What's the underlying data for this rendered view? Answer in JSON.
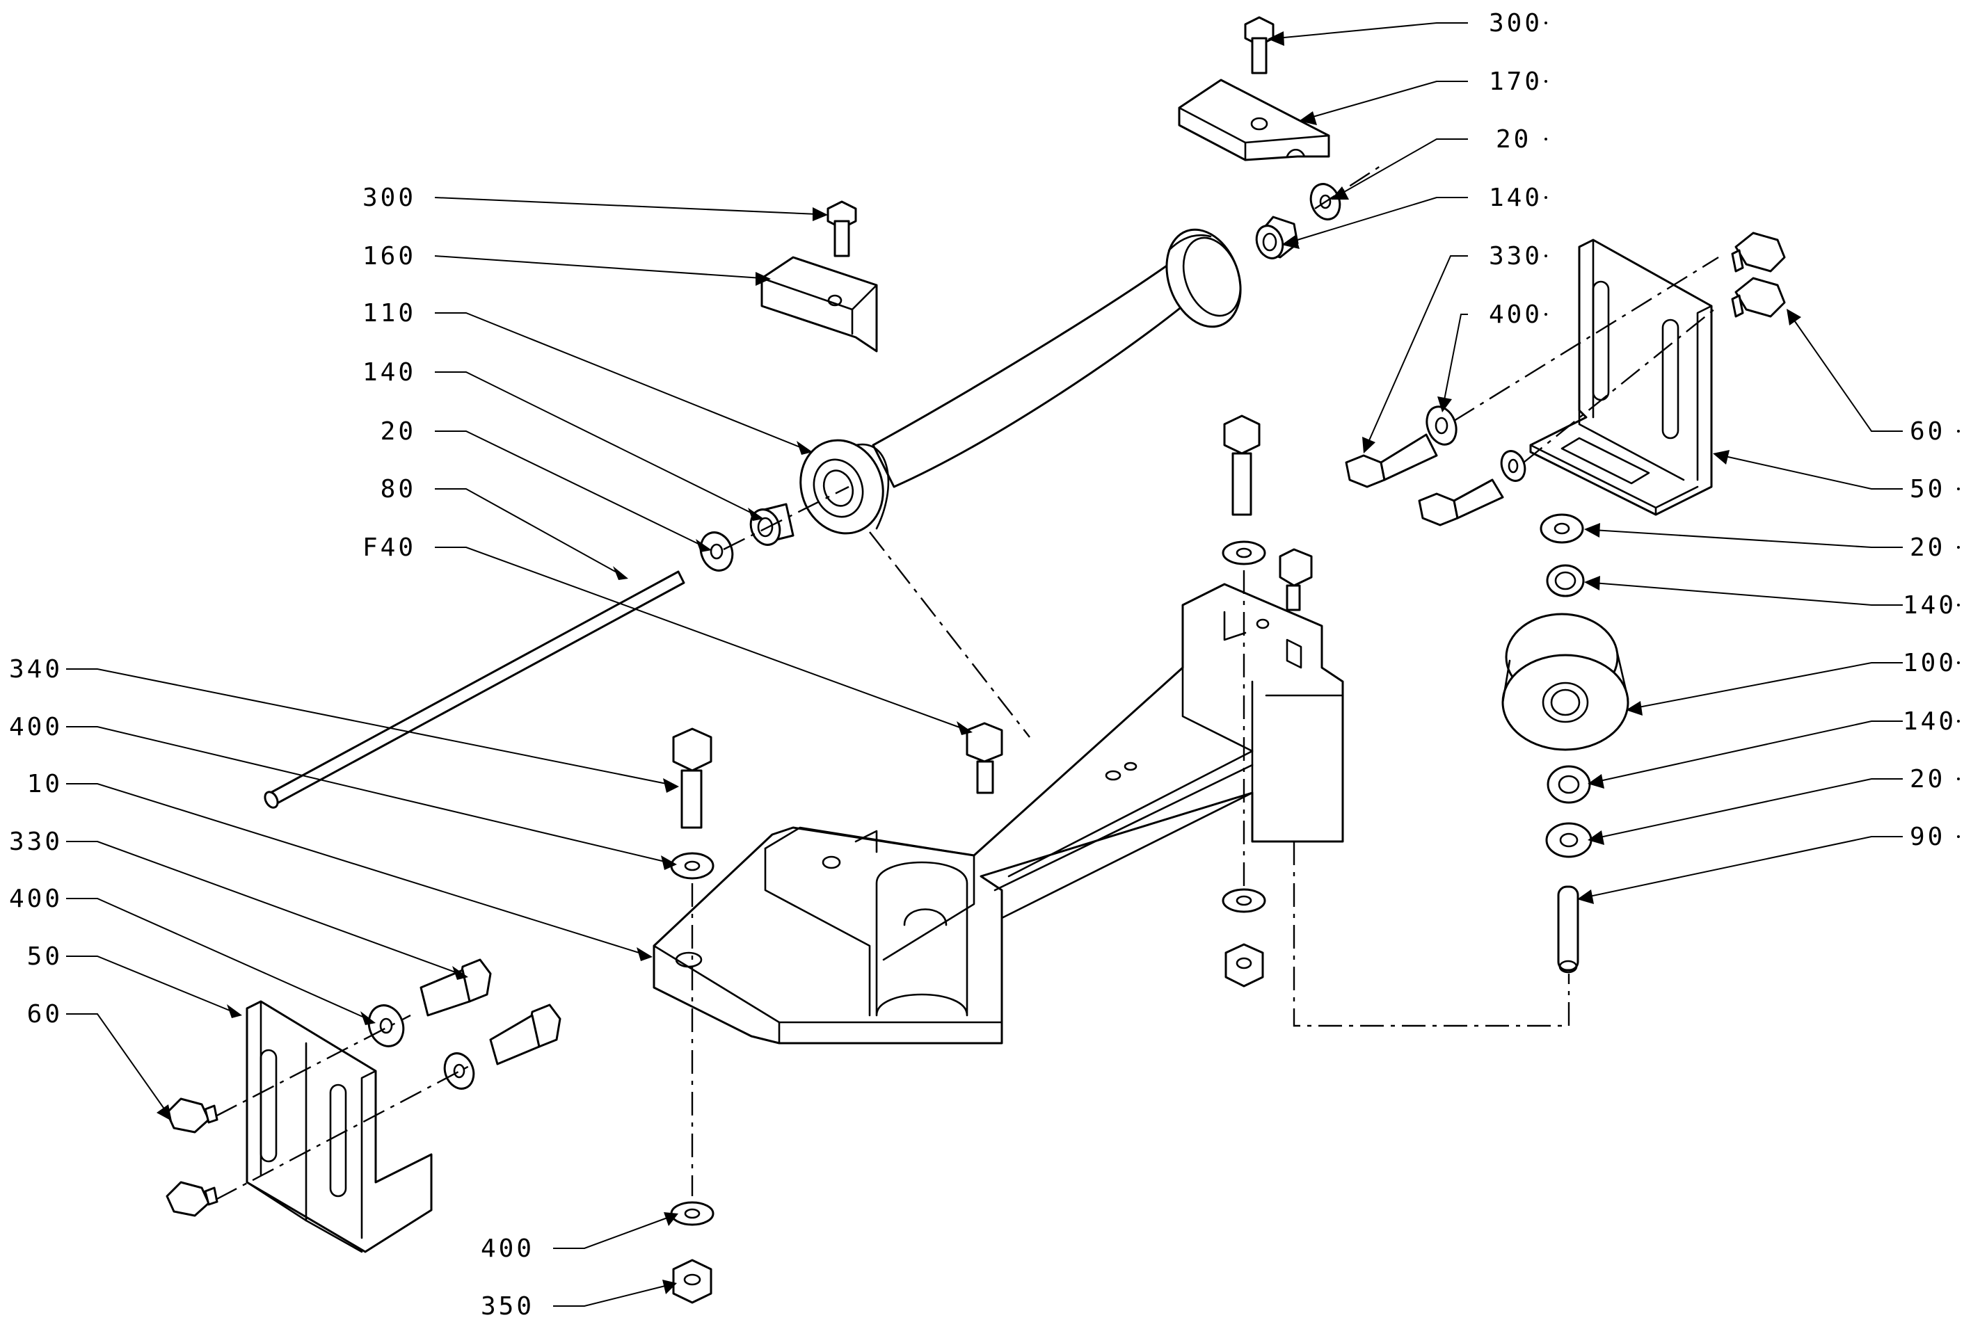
{
  "diagram": {
    "callouts_left": [
      "300",
      "160",
      "110",
      "140",
      "20",
      "80",
      "F40",
      "340",
      "400",
      "10",
      "330",
      "400",
      "50",
      "60"
    ],
    "callouts_right": [
      "300",
      "170",
      "20",
      "140",
      "330",
      "400",
      "60",
      "50",
      "20",
      "140",
      "100",
      "140",
      "20",
      "90"
    ],
    "callouts_bottom": [
      "400",
      "350"
    ]
  }
}
